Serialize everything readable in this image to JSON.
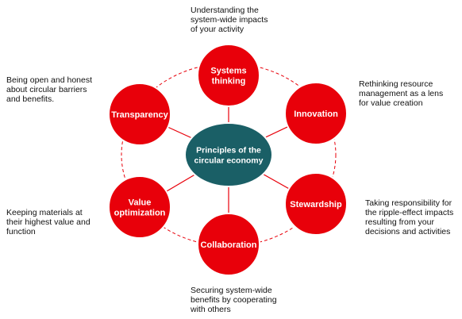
{
  "colors": {
    "node_fill": "#e8000a",
    "node_stroke": "#ffffff",
    "center_fill": "#1a5f66",
    "connector": "#e8000a",
    "ring_dash": "#e8000a"
  },
  "center": {
    "lines": [
      "Principles of the",
      "circular economy"
    ]
  },
  "principles": [
    {
      "id": "systems-thinking",
      "lines": [
        "Systems",
        "thinking"
      ],
      "description": [
        "Understanding the",
        "system-wide impacts",
        "of your activity"
      ]
    },
    {
      "id": "innovation",
      "lines": [
        "Innovation"
      ],
      "description": [
        "Rethinking resource",
        "management as a lens",
        "for value creation"
      ]
    },
    {
      "id": "stewardship",
      "lines": [
        "Stewardship"
      ],
      "description": [
        "Taking responsibility for",
        "the ripple-effect impacts",
        "resulting from your",
        "decisions and activities"
      ]
    },
    {
      "id": "collaboration",
      "lines": [
        "Collaboration"
      ],
      "description": [
        "Securing system-wide",
        "benefits by cooperating",
        "with others"
      ]
    },
    {
      "id": "value-optimization",
      "lines": [
        "Value",
        "optimization"
      ],
      "description": [
        "Keeping materials at",
        "their highest value and",
        "function"
      ]
    },
    {
      "id": "transparency",
      "lines": [
        "Transparency"
      ],
      "description": [
        "Being open and honest",
        "about circular barriers",
        "and benefits."
      ]
    }
  ]
}
